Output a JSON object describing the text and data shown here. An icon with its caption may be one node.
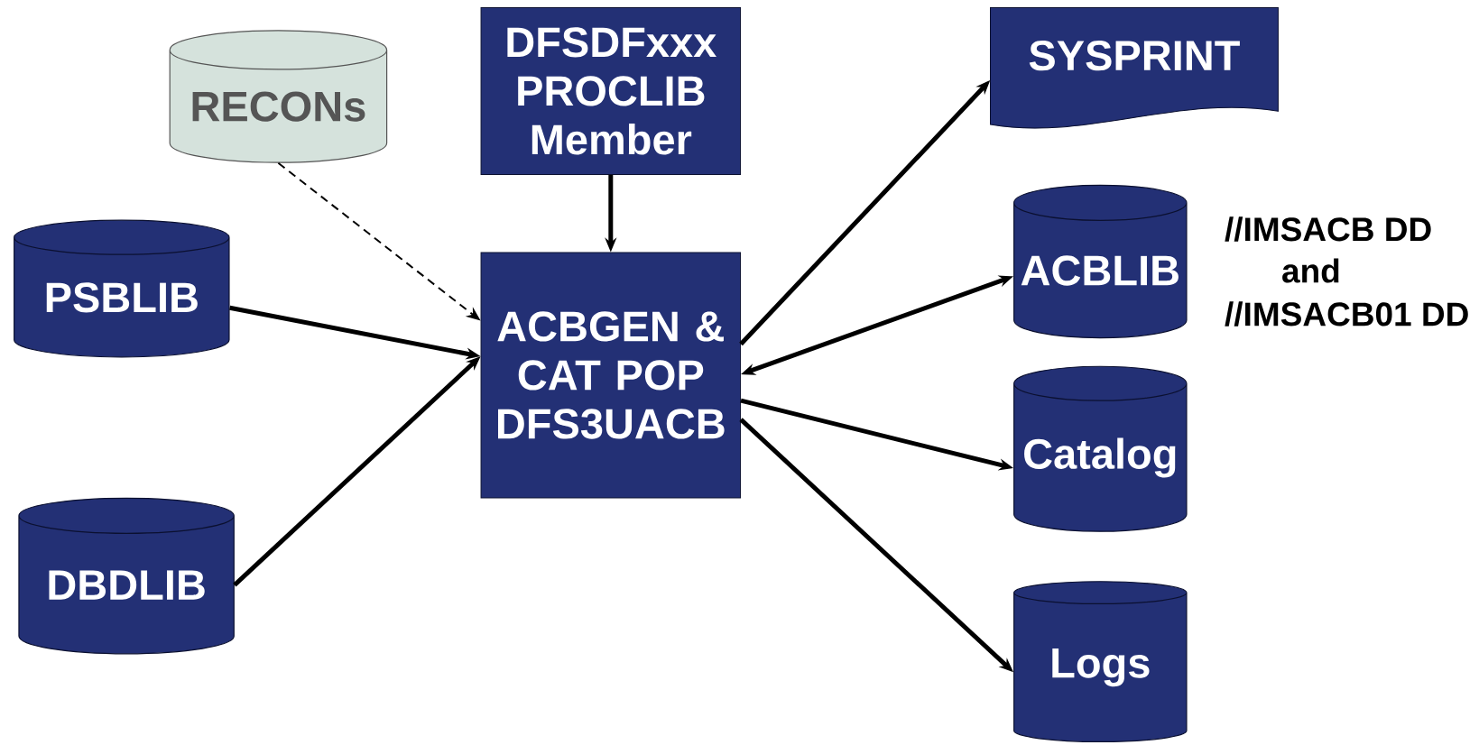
{
  "diagram": {
    "nodes": [
      {
        "text": [
          "RECONs"
        ]
      },
      {
        "text": [
          "DFSDFxxx PROCLIB Member"
        ]
      },
      {
        "text": [
          "SYSPRINT"
        ]
      },
      {
        "text": [
          "PSBLIB"
        ]
      },
      {
        "text": [
          "ACBGEN & CAT POP DFS3UACB"
        ]
      },
      {
        "text": [
          "ACBLIB"
        ]
      },
      {
        "text": [
          "Catalog"
        ]
      },
      {
        "text": [
          "DBDLIB"
        ]
      },
      {
        "text": [
          "Logs"
        ]
      }
    ],
    "edges": [
      {
        "from": 0,
        "to": 4,
        "arrow": "to",
        "style": "dashed"
      },
      {
        "from": 1,
        "to": 4,
        "arrow": "to"
      },
      {
        "from": 3,
        "to": 4,
        "arrow": "to"
      },
      {
        "from": 7,
        "to": 4,
        "arrow": "to"
      },
      {
        "from": 4,
        "to": 2,
        "arrow": "to"
      },
      {
        "from": 4,
        "to": 5,
        "arrow": "both"
      },
      {
        "from": 4,
        "to": 6,
        "arrow": "to"
      },
      {
        "from": 4,
        "to": 8,
        "arrow": "to"
      }
    ],
    "labels": [
      "//IMSACB DD",
      "and",
      "//IMSACB01 DD"
    ]
  }
}
